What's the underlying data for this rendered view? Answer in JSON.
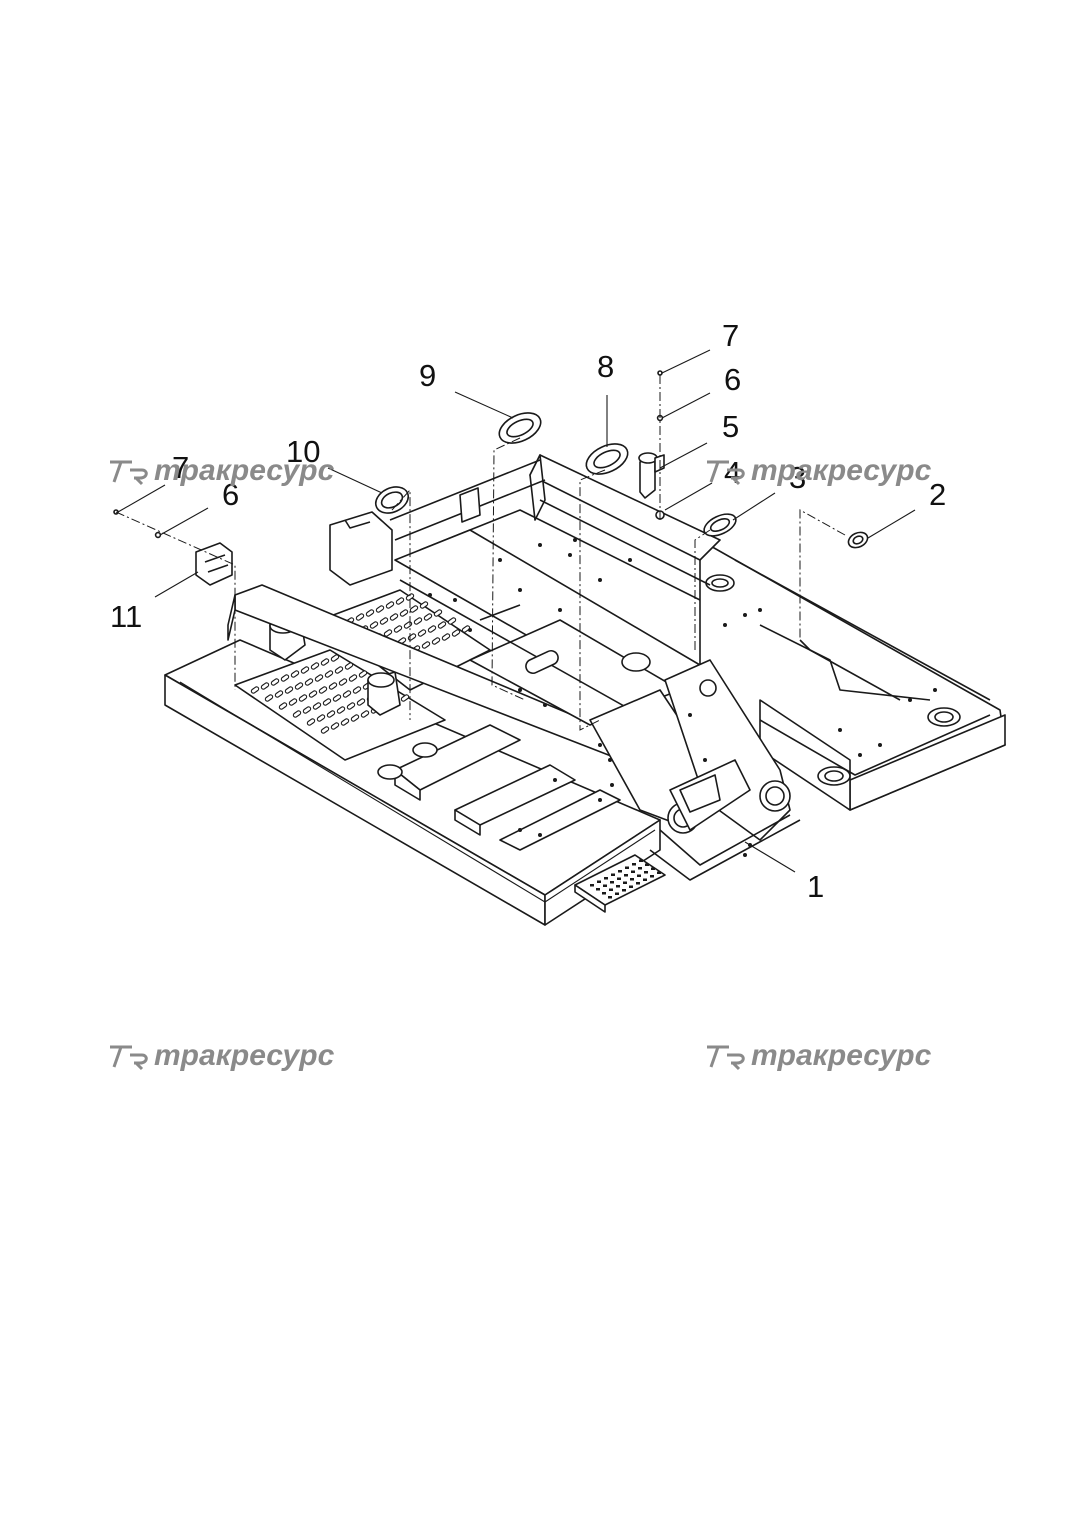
{
  "callouts": [
    {
      "id": "c1",
      "label": "1"
    },
    {
      "id": "c2",
      "label": "2"
    },
    {
      "id": "c3",
      "label": "3"
    },
    {
      "id": "c4",
      "label": "4"
    },
    {
      "id": "c5",
      "label": "5"
    },
    {
      "id": "c6a",
      "label": "6"
    },
    {
      "id": "c7a",
      "label": "7"
    },
    {
      "id": "c8",
      "label": "8"
    },
    {
      "id": "c9",
      "label": "9"
    },
    {
      "id": "c10",
      "label": "10"
    },
    {
      "id": "c6b",
      "label": "6"
    },
    {
      "id": "c7b",
      "label": "7"
    },
    {
      "id": "c11",
      "label": "11"
    }
  ],
  "watermark": {
    "text": "тракресурс"
  },
  "colors": {
    "line": "#1a1a1a",
    "watermark": "#8a8a8a",
    "background": "#ffffff"
  }
}
